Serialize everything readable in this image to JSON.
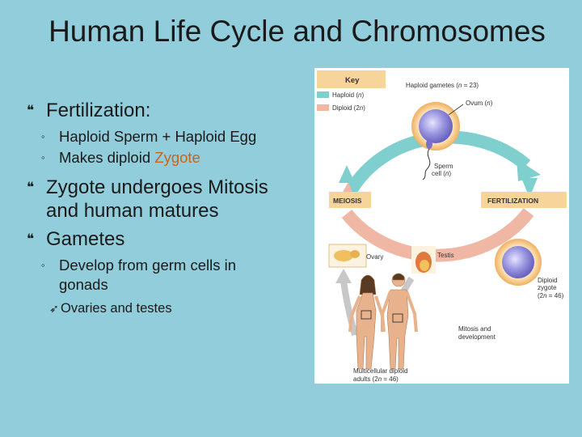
{
  "slide": {
    "title": "Human Life Cycle and Chromosomes",
    "bullets": {
      "fertilization": "Fertilization:",
      "sub1_part1": "Haploid Sperm + Haploid Egg",
      "sub2_part1": "Makes diploid",
      "sub2_highlight": "Zygote",
      "zygote_line1": "Zygote undergoes Mitosis",
      "zygote_line2": "and human matures",
      "gametes": "Gametes",
      "develop_line1": "Develop from germ cells in",
      "develop_line2": "gonads",
      "ovaries": "Ovaries and testes"
    },
    "colors": {
      "background": "#92cddc",
      "highlight": "#c8641c"
    }
  },
  "diagram": {
    "key_title": "Key",
    "key_haploid_pre": "Haploid (",
    "key_haploid_n": "n",
    "key_haploid_post": ")",
    "key_diploid_pre": "Diploid (2",
    "key_diploid_n": "n",
    "key_diploid_post": ")",
    "haploid_gametes_pre": "Haploid gametes (",
    "haploid_gametes_n": "n",
    "haploid_gametes_post": " = 23)",
    "ovum_pre": "Ovum (",
    "ovum_n": "n",
    "ovum_post": ")",
    "sperm_line1": "Sperm",
    "sperm_line2_pre": "cell (",
    "sperm_line2_n": "n",
    "sperm_line2_post": ")",
    "meiosis": "MEIOSIS",
    "fertilization": "FERTILIZATION",
    "ovary": "Ovary",
    "testis": "Testis",
    "diploid_line1": "Diploid",
    "diploid_line2": "zygote",
    "diploid_line3_pre": "(2",
    "diploid_line3_n": "n",
    "diploid_line3_post": " = 46)",
    "mitosis_line1": "Mitosis and",
    "mitosis_line2": "development",
    "adults_line1": "Multicellular diploid",
    "adults_line2_pre": "adults (2",
    "adults_line2_n": "n",
    "adults_line2_post": " = 46)",
    "colors": {
      "haploid": "#7fcfcf",
      "diploid": "#f0b8a4",
      "label_box": "#f6d49a"
    }
  }
}
